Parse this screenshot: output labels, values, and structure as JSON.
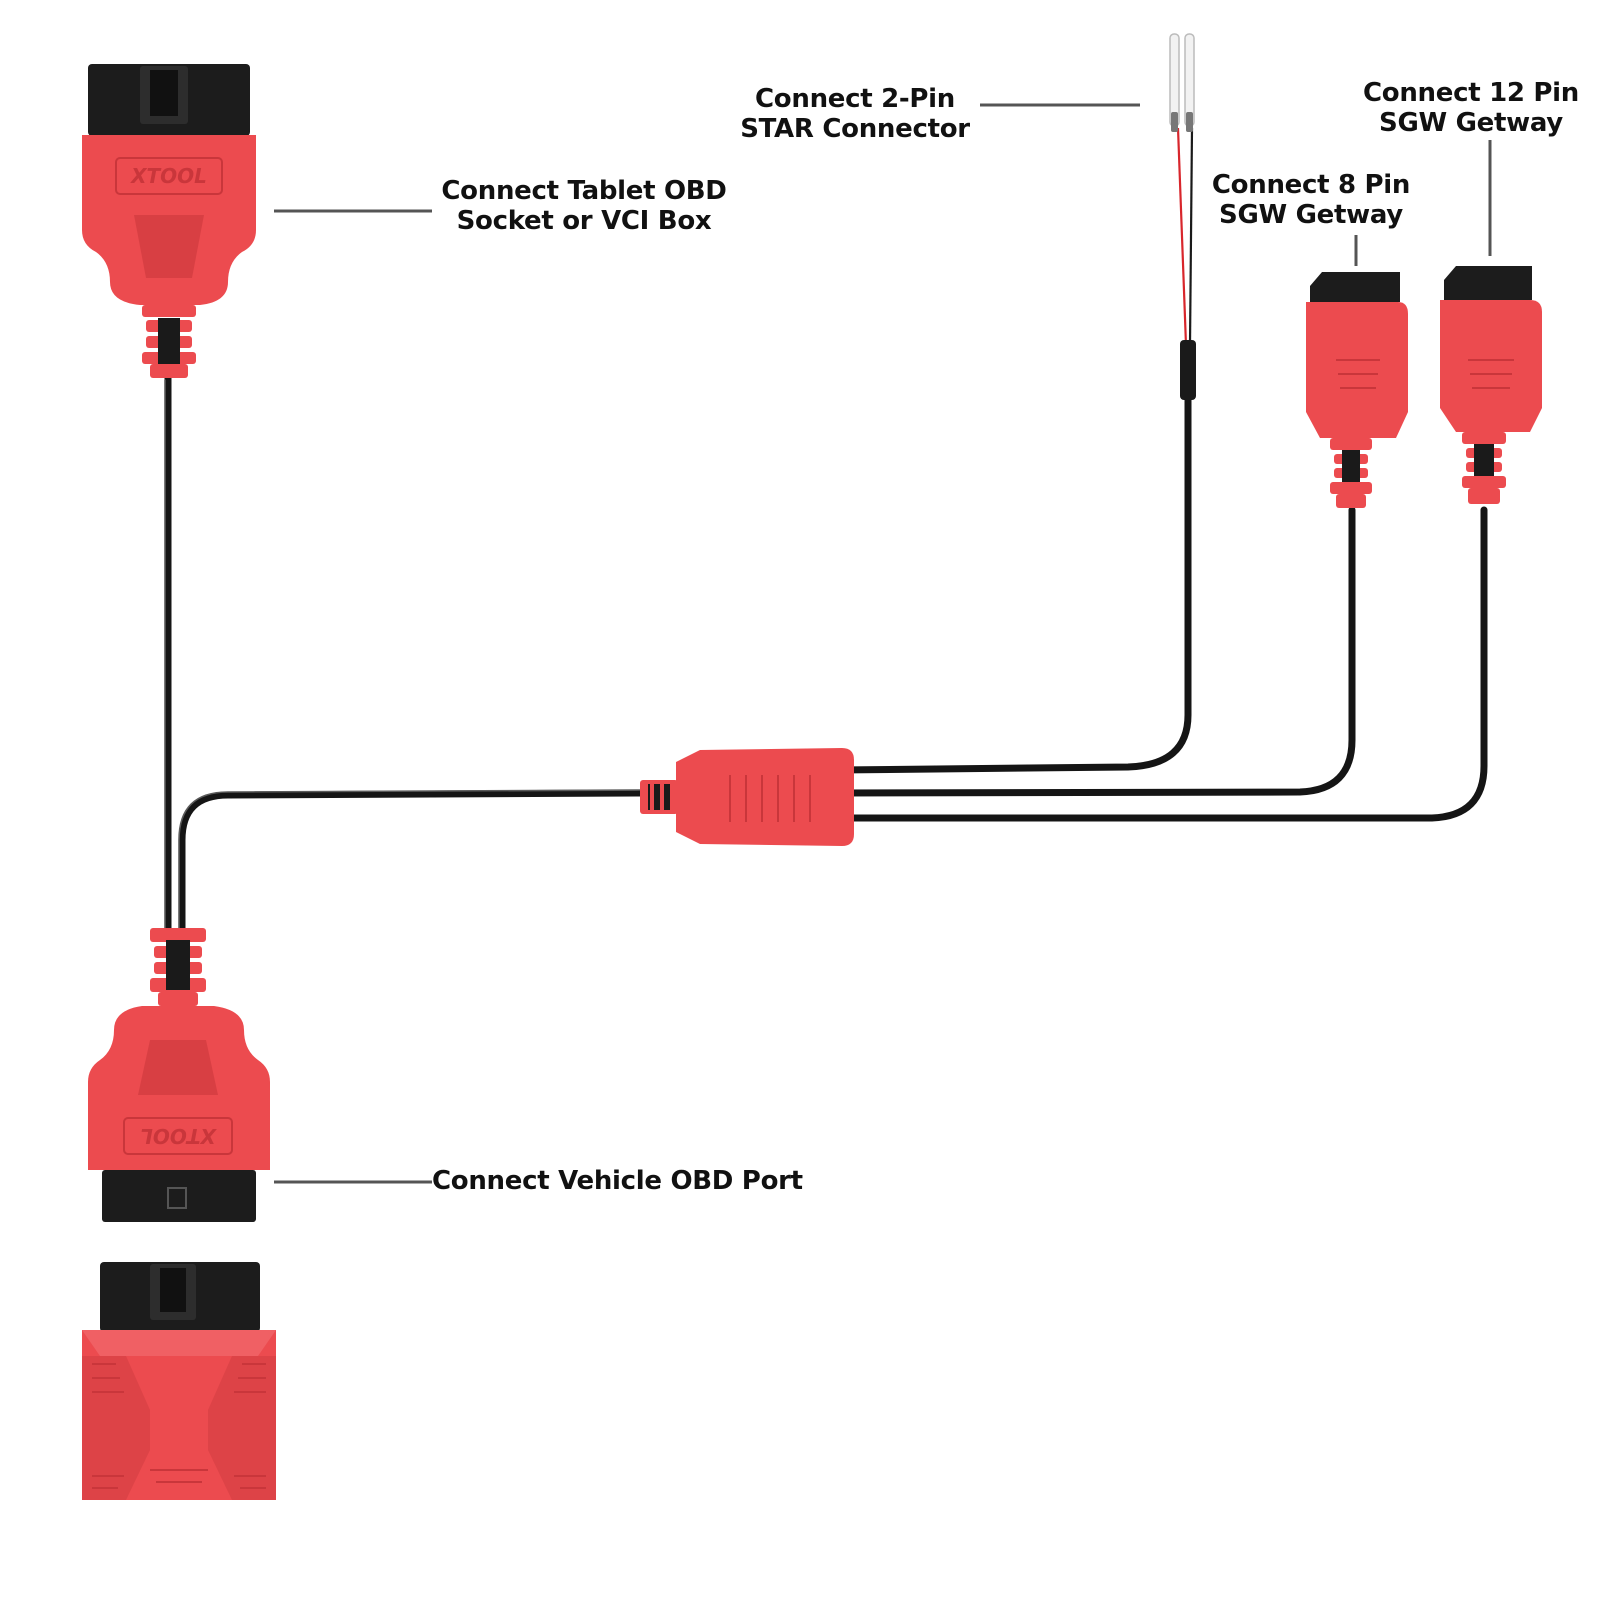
{
  "labels": {
    "tablet_obd": {
      "line1": "Connect Tablet OBD",
      "line2": "Socket or VCI Box"
    },
    "star_2pin": {
      "line1": "Connect 2-Pin",
      "line2": "STAR Connector"
    },
    "sgw_8pin": {
      "line1": "Connect 8 Pin",
      "line2": "SGW Getway"
    },
    "sgw_12pin": {
      "line1": "Connect 12 Pin",
      "line2": "SGW Getway"
    },
    "vehicle_obd": {
      "line1": "Connect Vehicle OBD Port"
    }
  },
  "brand": {
    "logo_text": "XTOOL"
  },
  "colors": {
    "connector_red": "#ec4b4f",
    "connector_red_dark": "#c9363b",
    "plug_black": "#1c1c1c",
    "cable_black": "#151515",
    "leader_gray": "#555555",
    "wire_red": "#d8262c",
    "pin_white": "#f2f2f2"
  },
  "icons": {
    "top_connector": "obd-female-connector-icon",
    "bottom_connector": "obd-male-connector-icon",
    "adapter": "obd-adapter-icon",
    "splitter": "cable-splitter-icon",
    "star_pins": "two-pin-star-connector-icon",
    "sgw_8": "sgw-8-pin-connector-icon",
    "sgw_12": "sgw-12-pin-connector-icon"
  }
}
